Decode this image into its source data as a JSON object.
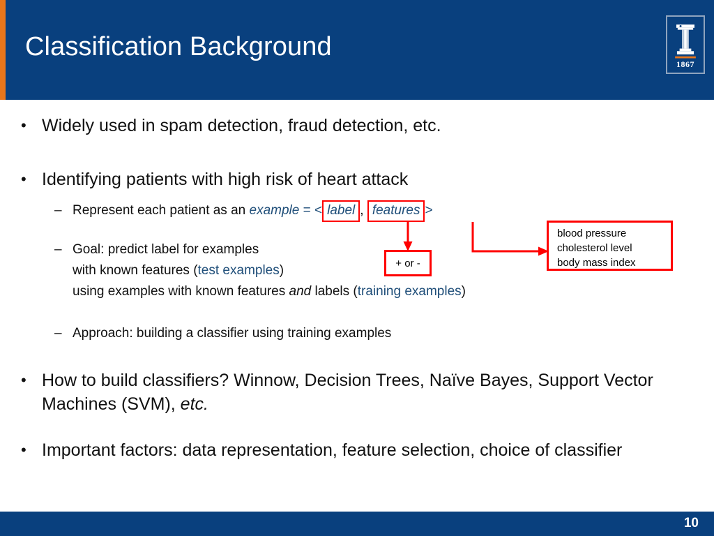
{
  "header": {
    "title": "Classification Background",
    "accent_color": "#E8761B",
    "bg_color": "#09407E",
    "logo": {
      "name": "university-of-illinois-block-i-logo",
      "year": "1867"
    }
  },
  "body": {
    "bullet1": {
      "marker": "•",
      "text": "Widely used in spam detection, fraud detection, etc."
    },
    "bullet2": {
      "marker": "•",
      "text": "Identifying patients with high risk of heart attack"
    },
    "sub1": {
      "marker": "–",
      "lead": "Represent each patient as an ",
      "example_kw": "example",
      "eq_open": " = <",
      "label_kw": "label",
      "comma": ",",
      "features_kw": "features",
      "gt": ">"
    },
    "sub2": {
      "marker": "–",
      "line1": "Goal: predict label for examples",
      "line2_a": "with known features (",
      "line2_kw": "test examples",
      "line2_b": ")",
      "line3_a": "using examples with known features ",
      "line3_ital": "and",
      "line3_b": " labels (",
      "line3_kw": "training examples",
      "line3_c": ")"
    },
    "sub3": {
      "marker": "–",
      "text": "Approach: building a classifier using training examples"
    },
    "bullet3": {
      "marker": "•",
      "line1": "How to build classifiers? Winnow, Decision Trees, Naïve Bayes, Support Vector",
      "line2_a": "Machines (SVM), ",
      "line2_ital": "etc."
    },
    "bullet4": {
      "marker": "•",
      "text": "Important factors: data representation, feature selection, choice of classifier"
    }
  },
  "diagram": {
    "box_color": "#FF0000",
    "label_callout": "+ or -",
    "features_callout": {
      "line1": "blood pressure",
      "line2": "cholesterol level",
      "line3": "body mass index"
    }
  },
  "footer": {
    "page_number": "10",
    "bg_color": "#09407E"
  }
}
